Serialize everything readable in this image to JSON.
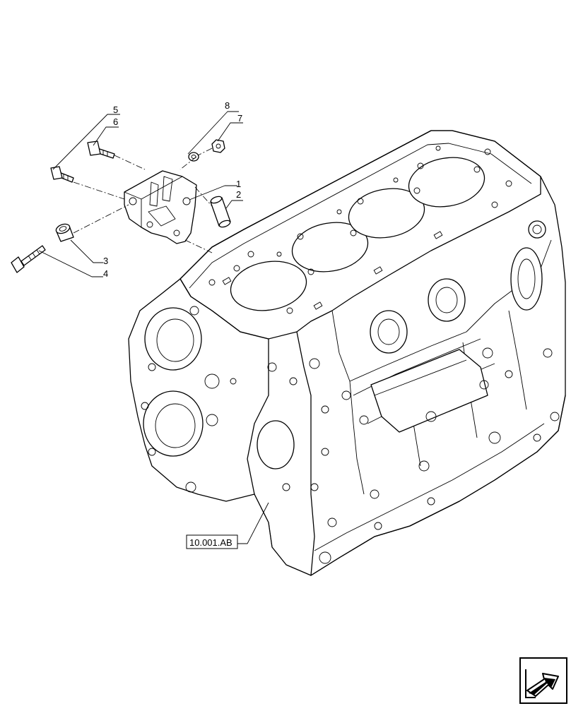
{
  "diagram": {
    "callouts": [
      {
        "id": "c1",
        "label": "1"
      },
      {
        "id": "c2",
        "label": "2"
      },
      {
        "id": "c3",
        "label": "3"
      },
      {
        "id": "c4",
        "label": "4"
      },
      {
        "id": "c5",
        "label": "5"
      },
      {
        "id": "c6",
        "label": "6"
      },
      {
        "id": "c7",
        "label": "7"
      },
      {
        "id": "c8",
        "label": "8"
      }
    ],
    "reference_label": "10.001.AB",
    "nav_icon": "arrow-navigation-icon"
  }
}
